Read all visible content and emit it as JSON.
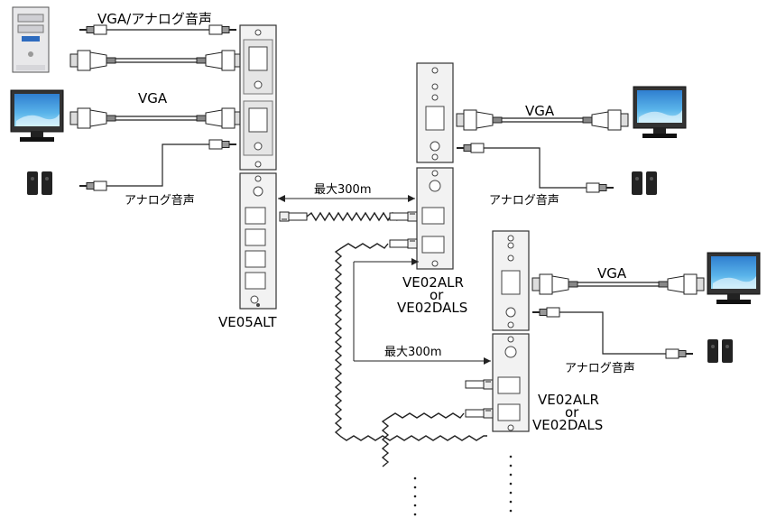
{
  "labels": {
    "vga_audio": "VGA/アナログ音声",
    "vga_left": "VGA",
    "audio_left": "アナログ音声",
    "vga_right1": "VGA",
    "audio_right1": "アナログ音声",
    "vga_right2": "VGA",
    "audio_right2": "アナログ音声",
    "max_distance_1": "最大300m",
    "max_distance_2": "最大300m",
    "transmitter_model": "VE05ALT",
    "receiver1_model_a": "VE02ALR",
    "receiver1_or": "or",
    "receiver1_model_b": "VE02DALS",
    "receiver2_model_a": "VE02ALR",
    "receiver2_or": "or",
    "receiver2_model_b": "VE02DALS"
  },
  "icons": {
    "pc": "desktop-computer-icon",
    "monitor": "lcd-monitor-icon",
    "speaker": "speaker-icon",
    "vga_connector": "vga-connector-icon",
    "audio_plug": "audio-plug-icon",
    "rj45_plug": "rj45-plug-icon"
  },
  "colors": {
    "screen_top": "#2f7fd0",
    "screen_bottom": "#7fd0f5",
    "device_body": "#f2f2f2",
    "line": "#222222"
  }
}
